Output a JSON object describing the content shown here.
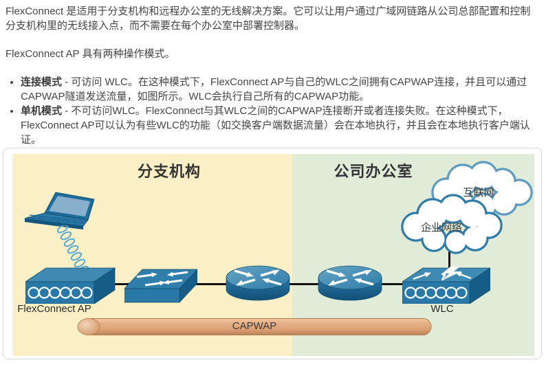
{
  "text": {
    "p1": "FlexConnect 是适用于分支机构和远程办公室的无线解决方案。它可以让用户通过广域网链路从公司总部配置和控制分支机构里的无线接入点，而不需要在每个办公室中部署控制器。",
    "p2": "FlexConnect AP 具有两种操作模式。",
    "bullets": [
      {
        "term": "连接模式",
        "rest": " - 可访问 WLC。在这种模式下，FlexConnect AP与自己的WLC之间拥有CAPWAP连接，并且可以通过CAPWAP隧道发送流量，如图所示。WLC会执行自己所有的CAPWAP功能。"
      },
      {
        "term": "单机模式",
        "rest": " - 不可访问WLC。FlexConnect与其WLC之间的CAPWAP连接断开或者连接失败。在这种模式下，FlexConnect AP可以认为有些WLC的功能（如交换客户端数据流量）会在本地执行，并且会在本地执行客户端认证。"
      }
    ]
  },
  "diagram": {
    "branch": {
      "title": "分支机构",
      "bg": "#FBEFC6"
    },
    "corporate": {
      "title": "公司办公室",
      "bg": "#E0ECD7"
    },
    "labels": {
      "ap": "FlexConnect AP",
      "wlc": "WLC",
      "internet_cloud": "互联网",
      "enterprise_cloud": "企业网络",
      "tunnel": "CAPWAP"
    },
    "colors": {
      "device_blue": "#2979A8",
      "device_blue_top": "#3E8AB2",
      "device_blue_dark": "#155C86",
      "tunnel_fill": "#DFA57C",
      "cloud_stroke": "#3D85B0",
      "panel_border": "#D8D8D8",
      "link_line": "#101010"
    }
  }
}
